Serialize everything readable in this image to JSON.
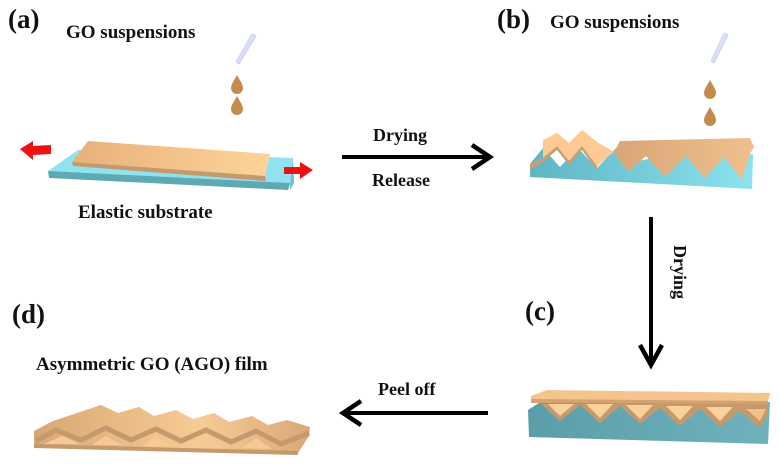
{
  "panels": {
    "a": {
      "label": "(a)",
      "title": "GO suspensions",
      "caption": "Elastic substrate"
    },
    "b": {
      "label": "(b)",
      "title": "GO suspensions"
    },
    "c": {
      "label": "(c)"
    },
    "d": {
      "label": "(d)",
      "caption": "Asymmetric GO (AGO)  film"
    }
  },
  "steps": {
    "a_to_b": {
      "above": "Drying",
      "below": "Release"
    },
    "b_to_c": {
      "label": "Drying"
    },
    "c_to_d": {
      "label": "Peel off"
    }
  },
  "colors": {
    "go_film": "#f2bf86",
    "go_film_dark": "#c49a6c",
    "substrate": "#86dbe8",
    "substrate_dark": "#5fa7b3",
    "stretch_arrow": "#ee1111",
    "droplet": "#c48a4e",
    "pipette": "#c9cef0",
    "process_arrow": "#000000"
  }
}
